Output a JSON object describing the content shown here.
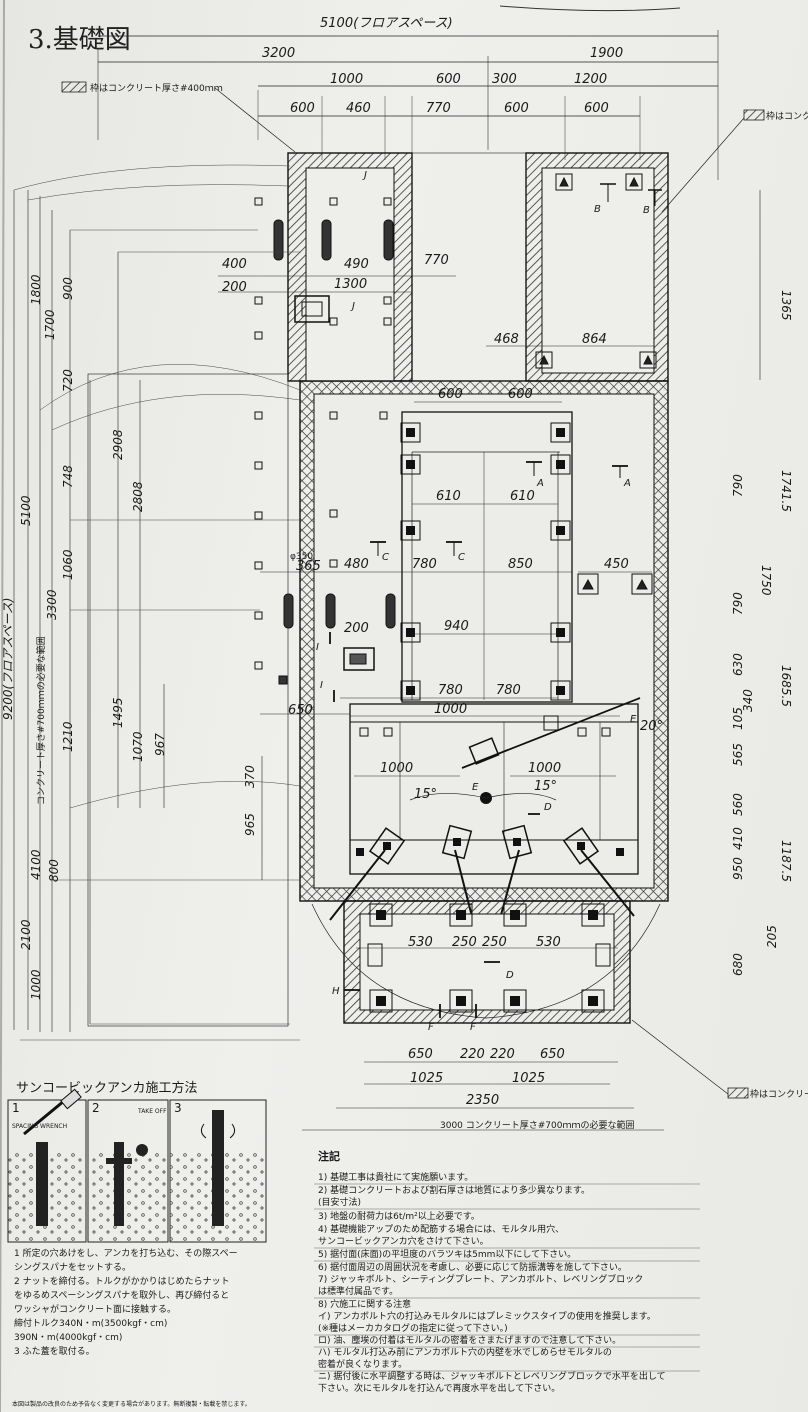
{
  "title": "3.基礎図",
  "floor_space_label": "5100(フロアスペース)",
  "floor_space_vertical": "9200(フロアスペース)",
  "hatch_note_left": "枠はコンクリート厚さ#400ｍｍ",
  "hatch_note_right": "枠はコンク",
  "hatch_note_bottom": "枠はコンクリー",
  "concrete_700_vertical": "コンクリート厚さ#700ｍｍの必要な範囲",
  "concrete_700_bottom": "3000 コンクリート厚さ#700ｍｍの必要な範囲",
  "top_dims": [
    "3200",
    "1900",
    "1000",
    "600",
    "300",
    "1200",
    "600",
    "460",
    "770",
    "600",
    "600"
  ],
  "upper_block_dims": [
    "400",
    "490",
    "770",
    "200",
    "1300",
    "468",
    "864",
    "1365"
  ],
  "left_dims": [
    "1800",
    "1700",
    "900",
    "720",
    "2908",
    "2808",
    "748",
    "1060",
    "1210",
    "1495",
    "1070",
    "967",
    "5100",
    "3300",
    "4100",
    "800",
    "2100",
    "1000",
    "370",
    "965"
  ],
  "middle_dims": [
    "600",
    "600",
    "610",
    "610",
    "790",
    "1741.5",
    "1750",
    "850",
    "780",
    "480",
    "365",
    "450",
    "940",
    "200",
    "790",
    "630",
    "780",
    "780",
    "650",
    "1000",
    "340",
    "1685.5",
    "105",
    "565",
    "1000",
    "1000",
    "560",
    "410",
    "950",
    "1187.5"
  ],
  "mid_angles": [
    "20°",
    "15°",
    "15°"
  ],
  "lower_dims": [
    "530",
    "250",
    "250",
    "530",
    "205",
    "680",
    "650",
    "220",
    "220",
    "650",
    "1025",
    "1025",
    "2350"
  ],
  "small_labels": [
    "J",
    "J",
    "B",
    "B",
    "A",
    "A",
    "C",
    "C",
    "I",
    "I",
    "E",
    "E",
    "D",
    "D",
    "F",
    "F",
    "H",
    "φ350"
  ],
  "anchor_section": {
    "heading": "サンコービックアンカ施工方法",
    "step_numbers": [
      "1",
      "2",
      "3"
    ],
    "step1_label": "SPACING WRENCH",
    "step2_label": "TAKE OFF",
    "steps": [
      "1  所定の穴あけをし、アンカを打ち込む、その際スペー",
      "   シングスパナをセットする。",
      "2  ナットを締付る。トルクがかかりはじめたらナット",
      "   をゆるめスペーシングスパナを取外し、再び締付ると",
      "   ワッシャがコンクリート面に接触する。",
      "   締付トルク340N・m(3500kgf・cm)",
      "   390N・m(4000kgf・cm)",
      "3  ふた蓋を取付る。"
    ]
  },
  "notes": {
    "heading": "注記",
    "items": [
      "1) 基礎工事は貴社にて実施願います。",
      "2) 基礎コンクリートおよび割石厚さは地質により多少異なります。",
      "   (目安寸法)",
      "3) 地盤の耐荷力は6t/m²以上必要です。",
      "4) 基礎機能アップのため配筋する場合には、モルタル用穴、",
      "   サンコービックアンカ穴をさけて下さい。",
      "5) 据付面(床面)の平坦度のバラツキは5mm以下にして下さい。",
      "6) 据付面周辺の周囲状況を考慮し、必要に応じて防振溝等を施して下さい。",
      "7) ジャッキボルト、シーティングプレート、アンカボルト、レベリングブロック",
      "   は標準付属品です。",
      "8) 穴施工に関する注意",
      "イ) アンカボルト穴の打込みモルタルにはプレミックスタイプの使用を推奨します。",
      "   (※種はメーカカタログの指定に従って下さい。)",
      "ロ) 油、塵埃の付着はモルタルの密着をさまたげますので注意して下さい。",
      "ハ) モルタル打込み前にアンカボルト穴の内壁を水でしめらせモルタルの",
      "   密着が良くなります。",
      "ニ) 据付後に水平調整する時は、ジャッキボルトとレベリングブロックで水平を出して",
      "   下さい。次にモルタルを打込んで再度水平を出して下さい。"
    ]
  },
  "footer_note": "本図は製品の改良のため予告なく変更する場合があります。無断複製・転載を禁じます。"
}
